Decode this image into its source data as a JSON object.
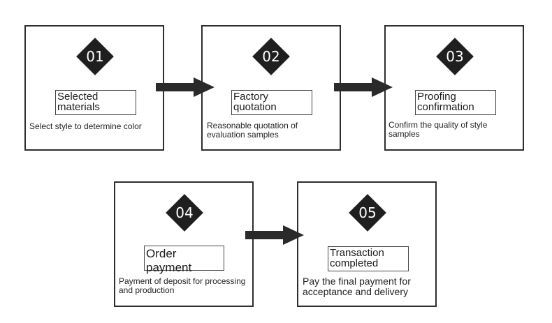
{
  "steps": [
    {
      "number": "01",
      "title": "Selected materials",
      "description": "Select style to determine color"
    },
    {
      "number": "02",
      "title": "Factory quotation",
      "description": "Reasonable quotation of evaluation samples"
    },
    {
      "number": "03",
      "title": "Proofing confirmation",
      "description": "Confirm the quality of style samples"
    },
    {
      "number": "04",
      "title": "Order payment",
      "description": "Payment of deposit for processing and production"
    },
    {
      "number": "05",
      "title": "Transaction completed",
      "description": "Pay the final payment for acceptance and delivery"
    }
  ],
  "colors": {
    "border": "#2e2e2e",
    "diamond": "#1f1f1f",
    "arrow": "#2a2a2a",
    "background": "#ffffff"
  }
}
